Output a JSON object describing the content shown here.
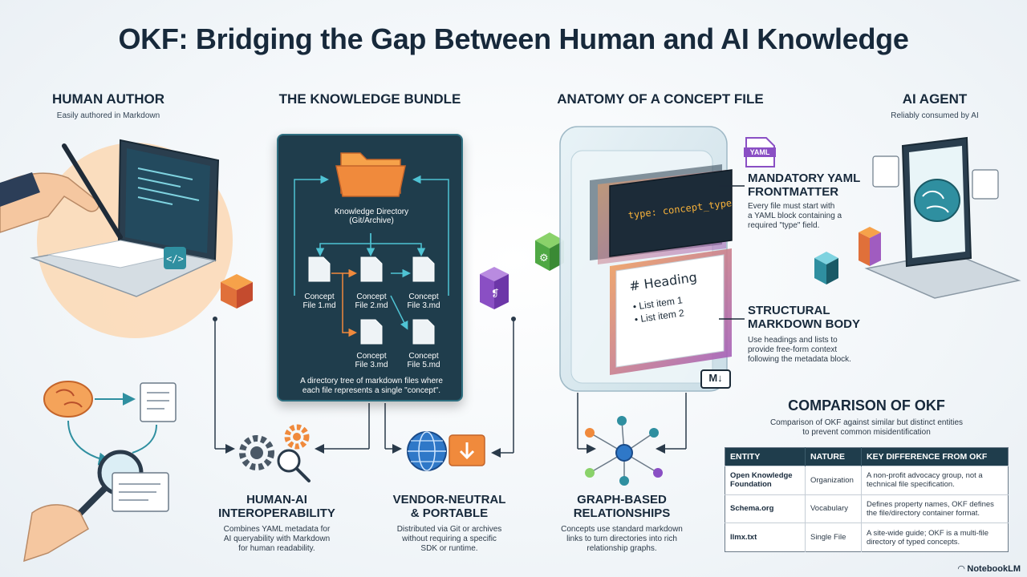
{
  "title": "OKF: Bridging the Gap Between Human and AI Knowledge",
  "human_author": {
    "title": "HUMAN AUTHOR",
    "subtitle": "Easily authored in Markdown"
  },
  "knowledge_bundle": {
    "title": "THE KNOWLEDGE BUNDLE",
    "root_line1": "Knowledge Directory",
    "root_line2": "(Git/Archive)",
    "files": [
      {
        "line1": "Concept",
        "line2": "File 1.md"
      },
      {
        "line1": "Concept",
        "line2": "File 2.md"
      },
      {
        "line1": "Concept",
        "line2": "File 3.md"
      },
      {
        "line1": "Concept",
        "line2": "File 3.md"
      },
      {
        "line1": "Concept",
        "line2": "File 5.md"
      }
    ],
    "caption_line1": "A directory tree of markdown files where",
    "caption_line2": "each file represents a single \"concept\"."
  },
  "anatomy": {
    "title": "ANATOMY OF A CONCEPT FILE",
    "yaml_badge": "YAML",
    "code": "type: concept_type",
    "md_heading": "# Heading",
    "md_item1": "• List item 1",
    "md_item2": "• List item 2",
    "md_badge": "M↓",
    "frontmatter_title_1": "MANDATORY YAML",
    "frontmatter_title_2": "FRONTMATTER",
    "frontmatter_desc_1": "Every file must start with",
    "frontmatter_desc_2": "a YAML block containing a",
    "frontmatter_desc_3": "required \"type\" field.",
    "body_title_1": "STRUCTURAL",
    "body_title_2": "MARKDOWN BODY",
    "body_desc_1": "Use headings and lists to",
    "body_desc_2": "provide free-form context",
    "body_desc_3": "following the metadata block."
  },
  "ai_agent": {
    "title": "AI AGENT",
    "subtitle": "Reliably consumed by AI"
  },
  "interop": {
    "title_1": "HUMAN-AI",
    "title_2": "INTEROPERABILITY",
    "desc_1": "Combines YAML metadata for",
    "desc_2": "AI queryability with Markdown",
    "desc_3": "for human readability."
  },
  "vendor": {
    "title_1": "VENDOR-NEUTRAL",
    "title_2": "& PORTABLE",
    "desc_1": "Distributed via Git or archives",
    "desc_2": "without requiring a specific",
    "desc_3": "SDK or runtime."
  },
  "graph": {
    "title_1": "GRAPH-BASED",
    "title_2": "RELATIONSHIPS",
    "desc_1": "Concepts use standard markdown",
    "desc_2": "links to turn directories into rich",
    "desc_3": "relationship graphs."
  },
  "comparison": {
    "title": "COMPARISON OF OKF",
    "subtitle_1": "Comparison of OKF against similar but distinct entities",
    "subtitle_2": "to prevent common misidentification",
    "headers": [
      "ENTITY",
      "NATURE",
      "KEY DIFFERENCE FROM OKF"
    ],
    "rows": [
      {
        "entity": "Open Knowledge Foundation",
        "nature": "Organization",
        "diff": "A non-profit advocacy group, not a technical file specification."
      },
      {
        "entity": "Schema.org",
        "nature": "Vocabulary",
        "diff": "Defines property names, OKF defines the file/directory container format."
      },
      {
        "entity": "llmx.txt",
        "nature": "Single File",
        "diff": "A site-wide guide; OKF is a multi-file directory of typed concepts."
      }
    ]
  },
  "footer": "NotebookLM",
  "colors": {
    "dark_panel": "#1f3d4c",
    "accent_orange": "#f08a3c",
    "accent_teal": "#2f8fa0"
  }
}
